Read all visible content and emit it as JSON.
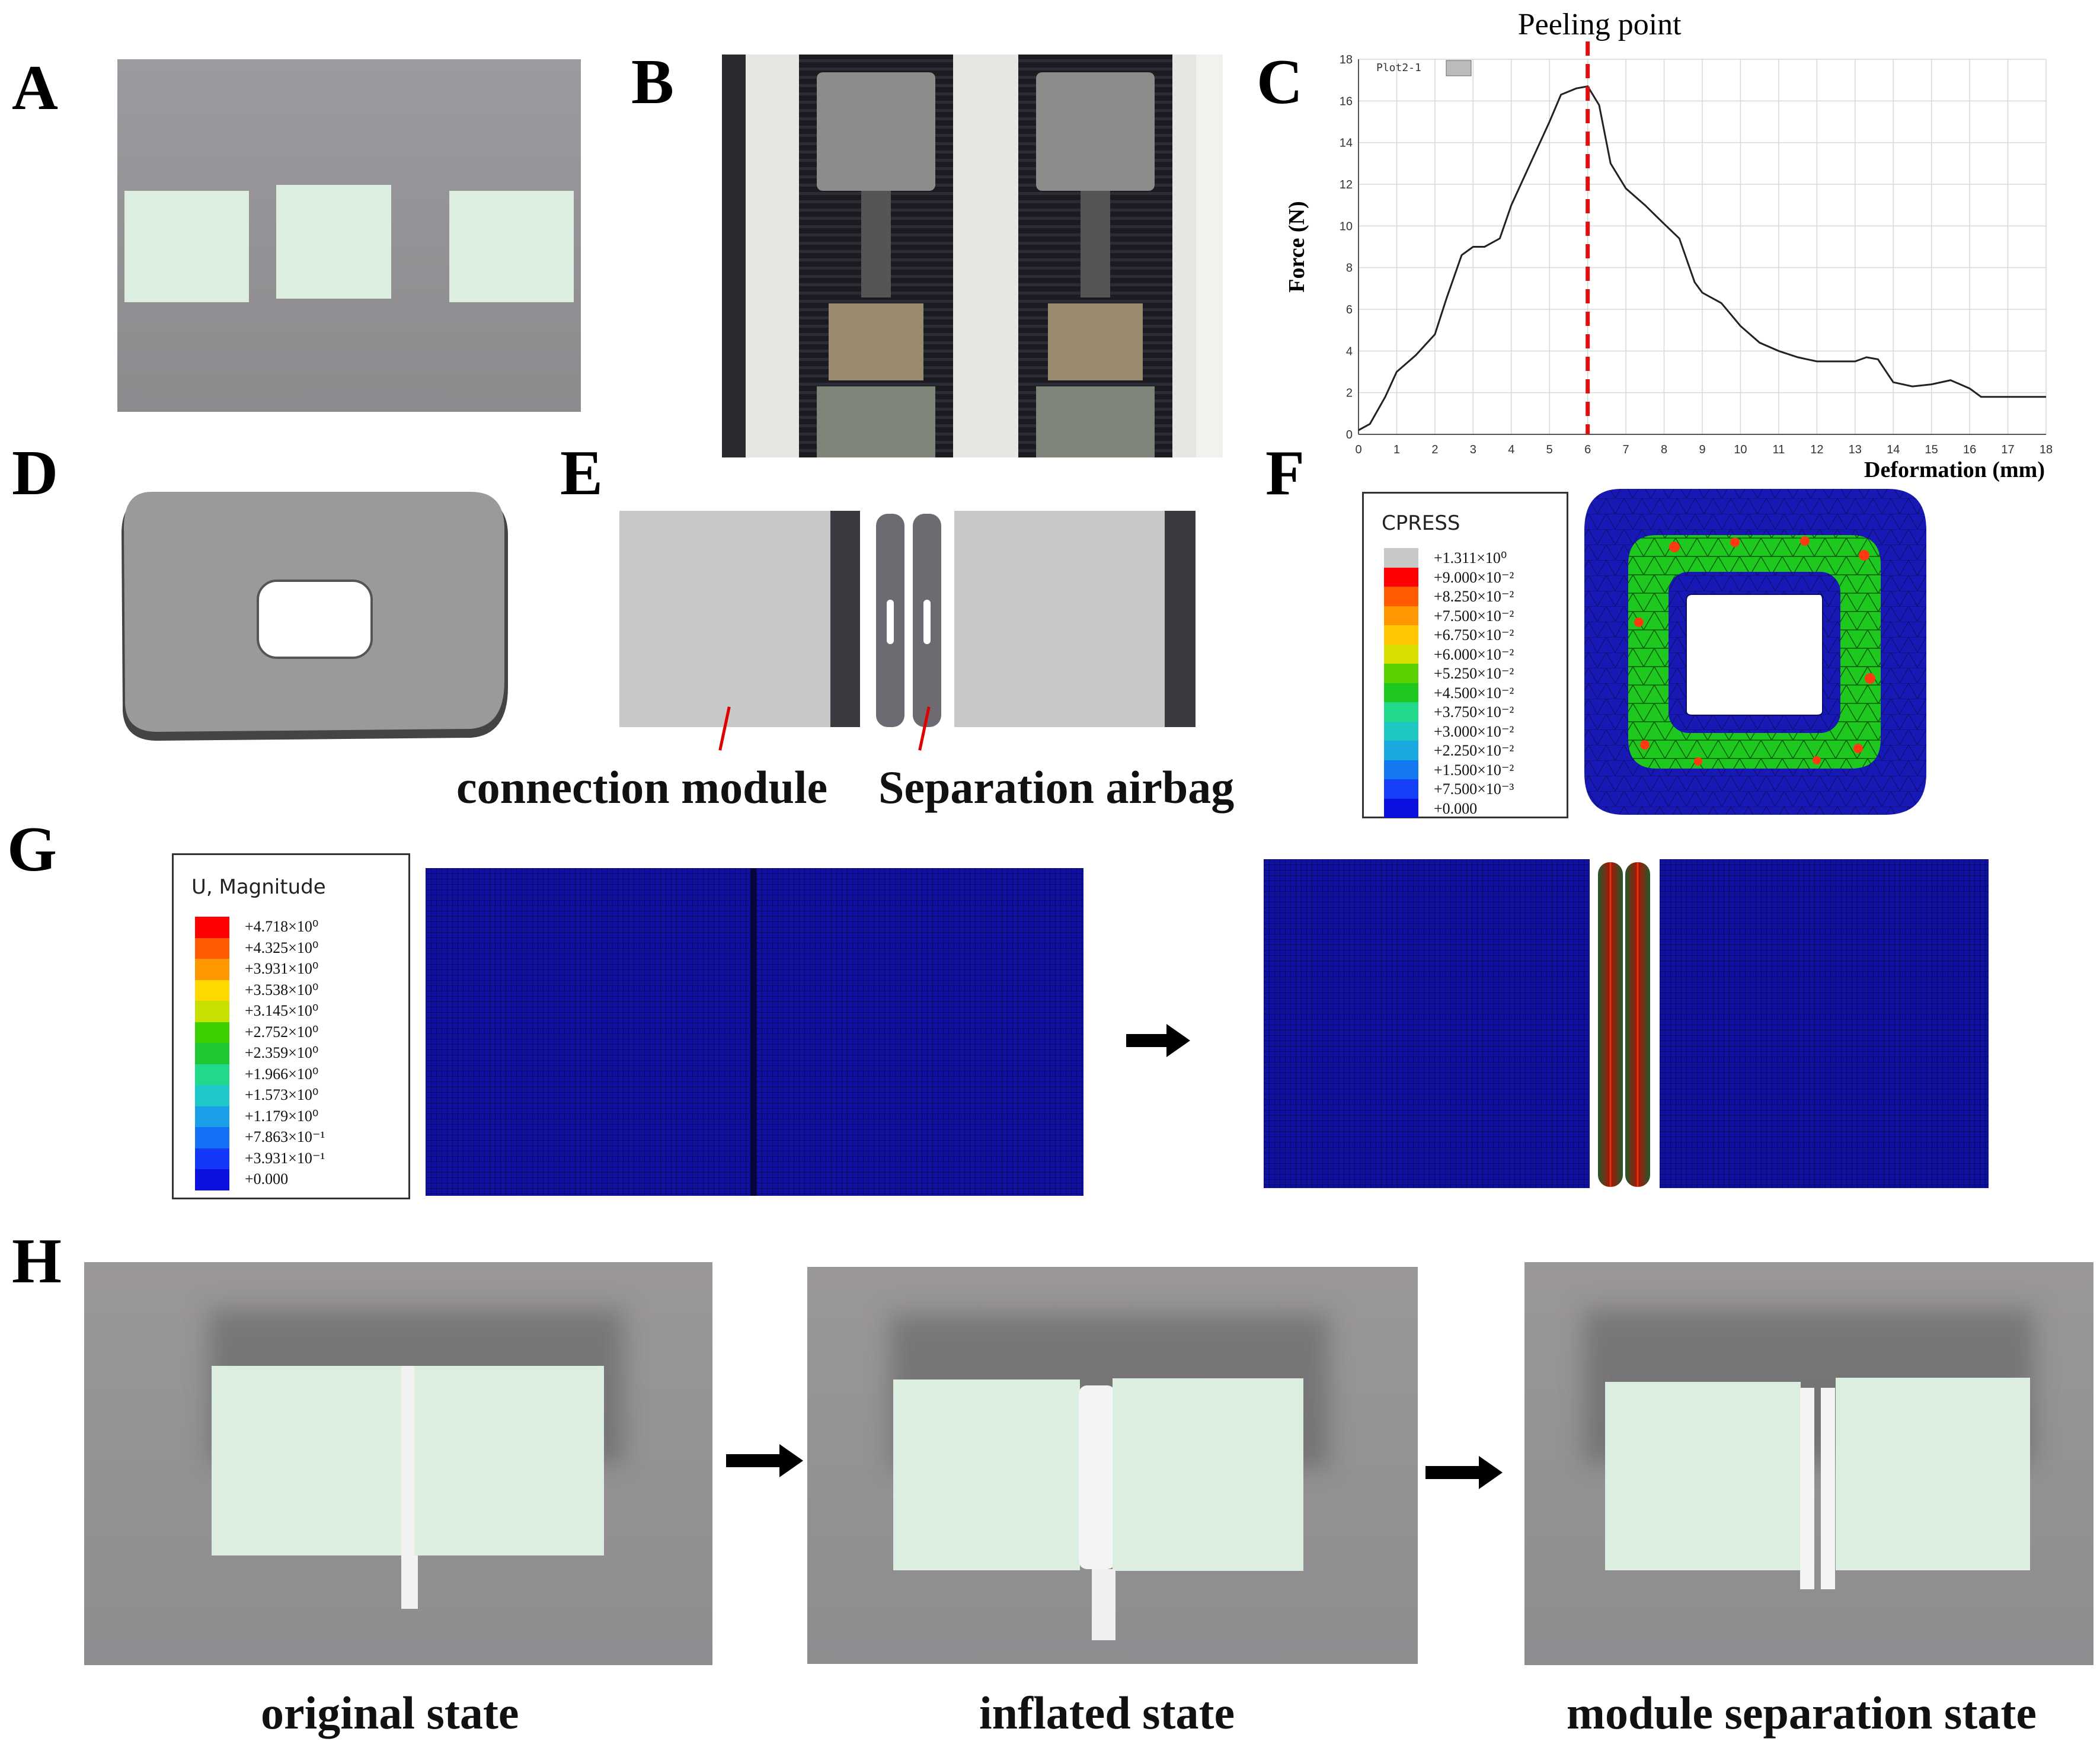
{
  "panels": {
    "a": {
      "label": "A"
    },
    "b": {
      "label": "B"
    },
    "c": {
      "label": "C"
    },
    "d": {
      "label": "D"
    },
    "e": {
      "label": "E",
      "caption_left": "connection module",
      "caption_right": "Separation airbag"
    },
    "f": {
      "label": "F"
    },
    "g": {
      "label": "G"
    },
    "h": {
      "label": "H",
      "captions": [
        "original state",
        "inflated state",
        "module separation state"
      ]
    }
  },
  "chart_data": {
    "type": "line",
    "annotation": "Peeling point",
    "annotation_x": 6,
    "legend_entry": "Plot2-1",
    "ylabel": "Force (N)",
    "xlabel": "Deformation (mm)",
    "xlim": [
      0,
      18
    ],
    "ylim": [
      0,
      18
    ],
    "xticks": [
      "0",
      "1",
      "2",
      "3",
      "4",
      "5",
      "6",
      "7",
      "8",
      "9",
      "10",
      "11",
      "12",
      "13",
      "14",
      "15",
      "16",
      "17",
      "18"
    ],
    "yticks": [
      "0",
      "2",
      "4",
      "6",
      "8",
      "10",
      "12",
      "14",
      "16",
      "18"
    ],
    "x": [
      0,
      0.3,
      0.7,
      1.0,
      1.5,
      2.0,
      2.3,
      2.7,
      3.0,
      3.3,
      3.7,
      4.0,
      4.5,
      5.0,
      5.3,
      5.7,
      6.0,
      6.3,
      6.6,
      7.0,
      7.5,
      8.0,
      8.4,
      8.8,
      9.0,
      9.5,
      10.0,
      10.5,
      11.0,
      11.5,
      12.0,
      12.5,
      13.0,
      13.3,
      13.6,
      14.0,
      14.5,
      15.0,
      15.5,
      16.0,
      16.3,
      17.0,
      18.0
    ],
    "y": [
      0.2,
      0.5,
      1.8,
      3.0,
      3.8,
      4.8,
      6.5,
      8.6,
      9.0,
      9.0,
      9.4,
      11.0,
      13.0,
      15.0,
      16.3,
      16.6,
      16.7,
      15.8,
      13.0,
      11.8,
      11.0,
      10.1,
      9.4,
      7.3,
      6.8,
      6.3,
      5.2,
      4.4,
      4.0,
      3.7,
      3.5,
      3.5,
      3.5,
      3.7,
      3.6,
      2.5,
      2.3,
      2.4,
      2.6,
      2.2,
      1.8,
      1.8,
      1.8
    ]
  },
  "legend_f": {
    "title": "CPRESS",
    "entries": [
      "+1.311×10⁰",
      "+9.000×10⁻²",
      "+8.250×10⁻²",
      "+7.500×10⁻²",
      "+6.750×10⁻²",
      "+6.000×10⁻²",
      "+5.250×10⁻²",
      "+4.500×10⁻²",
      "+3.750×10⁻²",
      "+3.000×10⁻²",
      "+2.250×10⁻²",
      "+1.500×10⁻²",
      "+7.500×10⁻³",
      "+0.000"
    ],
    "colors": [
      "#c8c8c8",
      "#ff0000",
      "#ff5a00",
      "#ff9800",
      "#ffc800",
      "#d8e000",
      "#5ad000",
      "#1ec81e",
      "#22d88a",
      "#1ec8c0",
      "#1aa8e0",
      "#1478f0",
      "#1440f8",
      "#0a10e0"
    ]
  },
  "legend_g": {
    "title": "U, Magnitude",
    "entries": [
      "+4.718×10⁰",
      "+4.325×10⁰",
      "+3.931×10⁰",
      "+3.538×10⁰",
      "+3.145×10⁰",
      "+2.752×10⁰",
      "+2.359×10⁰",
      "+1.966×10⁰",
      "+1.573×10⁰",
      "+1.179×10⁰",
      "+7.863×10⁻¹",
      "+3.931×10⁻¹",
      "+0.000"
    ],
    "colors": [
      "#ff0000",
      "#ff5a00",
      "#ff9800",
      "#ffd800",
      "#c8e000",
      "#3cd000",
      "#1ec832",
      "#22d88a",
      "#1ec8c8",
      "#1aa0e8",
      "#1470f4",
      "#1438f8",
      "#0a10e0"
    ]
  }
}
